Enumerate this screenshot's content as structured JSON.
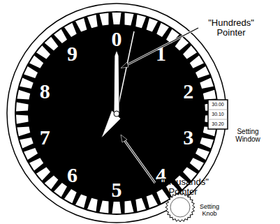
{
  "diagram": {
    "labels": [
      "0",
      "1",
      "2",
      "3",
      "4",
      "5",
      "6",
      "7",
      "8",
      "9",
      "30.00",
      "30.10",
      "30.20",
      "\"Hundreds\" Pointer",
      "\"Thousands\" Pointer",
      "Setting Window",
      "Setting Knob"
    ]
  }
}
